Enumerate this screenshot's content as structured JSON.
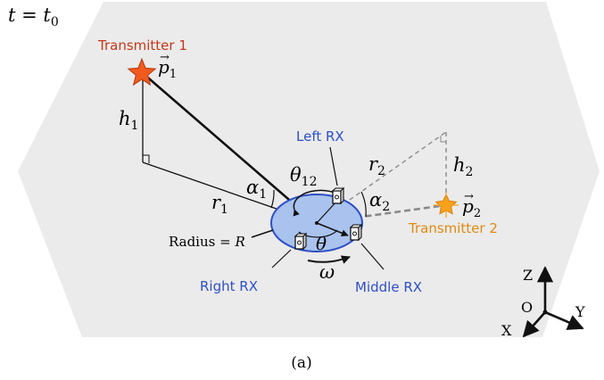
{
  "time_label": {
    "var": "t",
    "eq": " = ",
    "sub_var": "t",
    "sub": "0"
  },
  "transmitter1": {
    "name": "Transmitter 1",
    "pos_var": "p",
    "pos_sub": "1",
    "color": "#c0391b",
    "star_fill": "#ef5a1f"
  },
  "transmitter2": {
    "name": "Transmitter 2",
    "pos_var": "p",
    "pos_sub": "2",
    "color": "#de8a14",
    "star_fill": "#f7a21b"
  },
  "receivers": {
    "left": "Left RX",
    "right": "Right RX",
    "middle": "Middle RX",
    "color": "#2f4fc4"
  },
  "labels": {
    "h1": {
      "var": "h",
      "sub": "1"
    },
    "h2": {
      "var": "h",
      "sub": "2"
    },
    "r1": {
      "var": "r",
      "sub": "1"
    },
    "r2": {
      "var": "r",
      "sub": "2"
    },
    "alpha1": {
      "var": "α",
      "sub": "1"
    },
    "alpha2": {
      "var": "α",
      "sub": "2"
    },
    "theta12": {
      "var": "θ",
      "sub": "12"
    },
    "theta": "θ",
    "omega": "ω",
    "radius": {
      "text": "Radius = ",
      "var": "R"
    }
  },
  "axes": {
    "z": "Z",
    "o": "O",
    "x": "X",
    "y": "Y"
  },
  "caption": "(a)",
  "colors": {
    "ground": "#ebebeb",
    "disk_fill": "#a9c3ee",
    "disk_stroke": "#2f4fc4",
    "line": "#111111",
    "dashed": "#8a8a8a"
  }
}
